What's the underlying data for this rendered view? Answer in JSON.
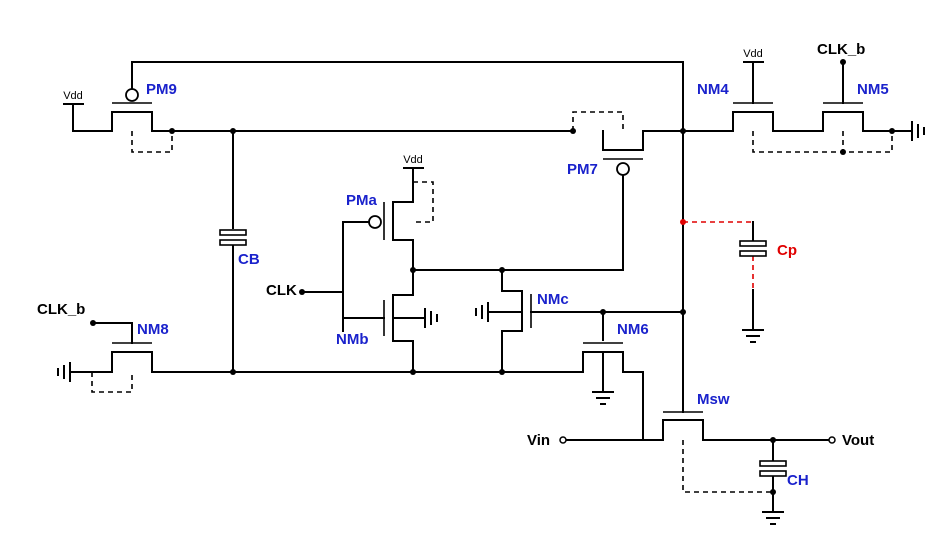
{
  "colors": {
    "device": "#1a22cc",
    "parasitic": "#e00000",
    "net": "#000000"
  },
  "supply": {
    "vdd": "Vdd"
  },
  "devices": {
    "pm9": "PM9",
    "pma": "PMa",
    "pm7": "PM7",
    "nm4": "NM4",
    "nm5": "NM5",
    "nm8": "NM8",
    "nmb": "NMb",
    "nmc": "NMc",
    "nm6": "NM6",
    "msw": "Msw",
    "cb": "CB",
    "cp": "Cp",
    "ch": "CH"
  },
  "signals": {
    "clk": "CLK",
    "clk_b_top": "CLK_b",
    "clk_b_left": "CLK_b",
    "vin": "Vin",
    "vout": "Vout"
  }
}
